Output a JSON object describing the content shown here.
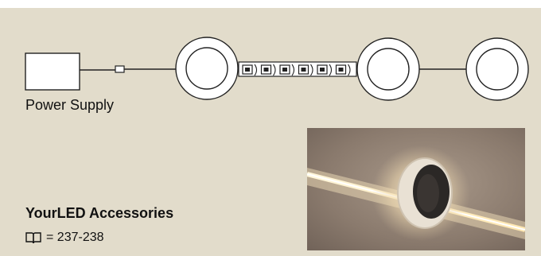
{
  "diagram": {
    "power_supply_label": "Power Supply",
    "led_count": 6
  },
  "accessories": {
    "title": "YourLED Accessories",
    "pages": "= 237-238",
    "book_icon": "book-icon"
  },
  "colors": {
    "panel_background": "#e2dccb",
    "line": "#222222"
  }
}
